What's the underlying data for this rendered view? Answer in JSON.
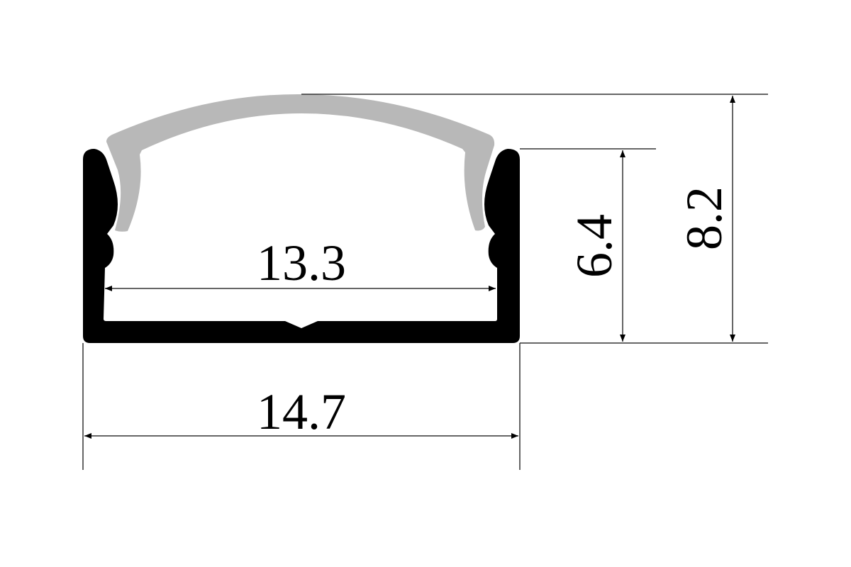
{
  "diagram": {
    "title": "Aluminium LED profile cross-section",
    "colors": {
      "profile": "#000000",
      "cover": "#b8b8b8",
      "lines": "#333333"
    },
    "dimensions": {
      "inner_width": "13.3",
      "outer_width": "14.7",
      "profile_height": "6.4",
      "total_height": "8.2"
    }
  }
}
